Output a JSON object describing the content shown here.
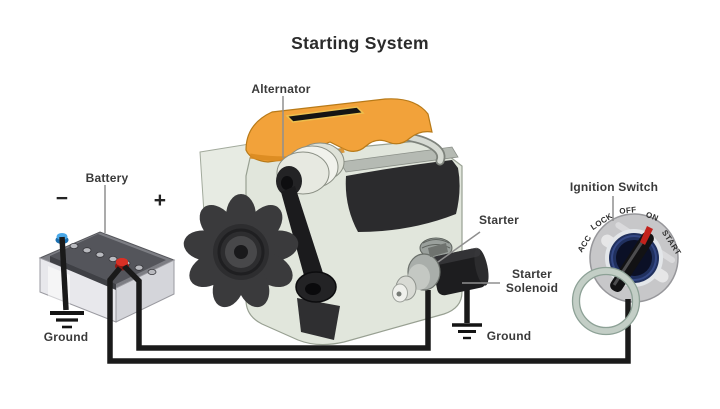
{
  "title": "Starting System",
  "labels": {
    "alternator": "Alternator",
    "battery": "Battery",
    "negative": "−",
    "positive": "+",
    "ground_battery": "Ground",
    "starter": "Starter",
    "solenoid_line1": "Starter",
    "solenoid_line2": "Solenoid",
    "ground_starter": "Ground",
    "ignition_switch": "Ignition Switch"
  },
  "ignition": {
    "dial": [
      "ACC",
      "LOCK",
      "OFF",
      "ON",
      "START"
    ]
  },
  "colors": {
    "wire": "#1a1a1a",
    "label_text": "#3a3a3a",
    "valve_cover": "#f2a23a",
    "engine_block": "#e1e6dc",
    "manifold": "#2b2b2d",
    "fan": "#3a3a3c",
    "battery_body": "#e8e8ec",
    "battery_top": "#54555b",
    "terminal_negative": "#4aa8e8",
    "terminal_positive": "#d93025",
    "ignition_bezel": "#c7c7c9",
    "ignition_inner": "#20305e",
    "position_marker": "#c2221c",
    "key_ring": "#c3cec6"
  }
}
